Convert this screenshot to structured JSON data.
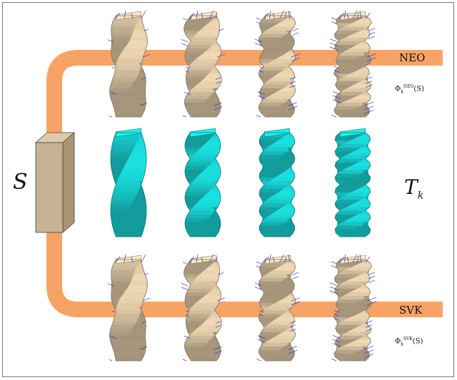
{
  "labels": {
    "source": "S",
    "neo": "NEO",
    "svk": "SVK",
    "target_main": "T",
    "target_sub": "k",
    "phi_neo_main": "Φ",
    "phi_neo_sub": "k",
    "phi_neo_sup": "NEO",
    "phi_neo_arg": "(S)",
    "phi_svk_main": "Φ",
    "phi_svk_sub": "k",
    "phi_svk_sup": "SVK",
    "phi_svk_arg": "(S)"
  },
  "colors": {
    "band": "#f7a365",
    "source_face": "#c7b392",
    "neo_shape": "#e6d0ac",
    "svk_shape": "#e6d0ac",
    "target_shape": "#19d8d8",
    "arrows": "#2b3bd6"
  },
  "rows": {
    "neo": {
      "twists": [
        0.5,
        1.0,
        1.5,
        2.0
      ],
      "shape": "deformed-bar"
    },
    "target": {
      "twists": [
        0.5,
        1.0,
        1.5,
        2.0
      ],
      "shape": "twisted-bar"
    },
    "svk": {
      "twists": [
        0.5,
        1.0,
        1.5,
        2.0
      ],
      "shape": "deformed-bar"
    }
  }
}
